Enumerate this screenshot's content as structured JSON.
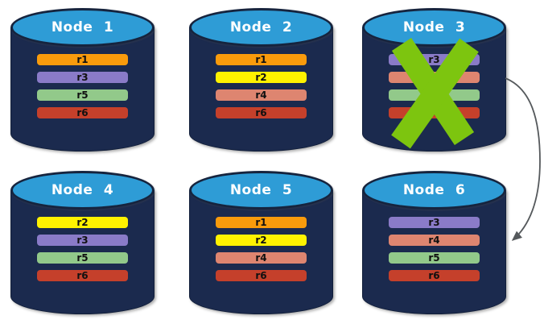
{
  "diagram": {
    "nodes": [
      {
        "title": "Node 1",
        "failed": false,
        "partitions": [
          {
            "label": "r1",
            "color": "#F99B0C"
          },
          {
            "label": "r3",
            "color": "#8A7BC8"
          },
          {
            "label": "r5",
            "color": "#92C98A"
          },
          {
            "label": "r6",
            "color": "#C5402B"
          }
        ]
      },
      {
        "title": "Node 2",
        "failed": false,
        "partitions": [
          {
            "label": "r1",
            "color": "#F99B0C"
          },
          {
            "label": "r2",
            "color": "#FFF200"
          },
          {
            "label": "r4",
            "color": "#DE8570"
          },
          {
            "label": "r6",
            "color": "#C5402B"
          }
        ]
      },
      {
        "title": "Node 3",
        "failed": true,
        "partitions": [
          {
            "label": "r3",
            "color": "#8A7BC8"
          },
          {
            "label": "r4",
            "color": "#DE8570"
          },
          {
            "label": "r5",
            "color": "#92C98A"
          },
          {
            "label": "r6",
            "color": "#C5402B"
          }
        ]
      },
      {
        "title": "Node 4",
        "failed": false,
        "partitions": [
          {
            "label": "r2",
            "color": "#FFF200"
          },
          {
            "label": "r3",
            "color": "#8A7BC8"
          },
          {
            "label": "r5",
            "color": "#92C98A"
          },
          {
            "label": "r6",
            "color": "#C5402B"
          }
        ]
      },
      {
        "title": "Node 5",
        "failed": false,
        "partitions": [
          {
            "label": "r1",
            "color": "#F99B0C"
          },
          {
            "label": "r2",
            "color": "#FFF200"
          },
          {
            "label": "r4",
            "color": "#DE8570"
          },
          {
            "label": "r6",
            "color": "#C5402B"
          }
        ]
      },
      {
        "title": "Node 6",
        "failed": false,
        "partitions": [
          {
            "label": "r3",
            "color": "#8A7BC8"
          },
          {
            "label": "r4",
            "color": "#DE8570"
          },
          {
            "label": "r5",
            "color": "#92C98A"
          },
          {
            "label": "r6",
            "color": "#C5402B"
          }
        ]
      }
    ],
    "failure_mark": {
      "node": "Node 3",
      "color": "#7DC50F"
    },
    "arrow": {
      "from": "Node 3",
      "to": "Node 6",
      "color": "#55595C"
    },
    "colors": {
      "cylinder_body": "#1B2A4E",
      "cylinder_top": "#2E9CD6",
      "background": "#FFFFFF"
    }
  }
}
